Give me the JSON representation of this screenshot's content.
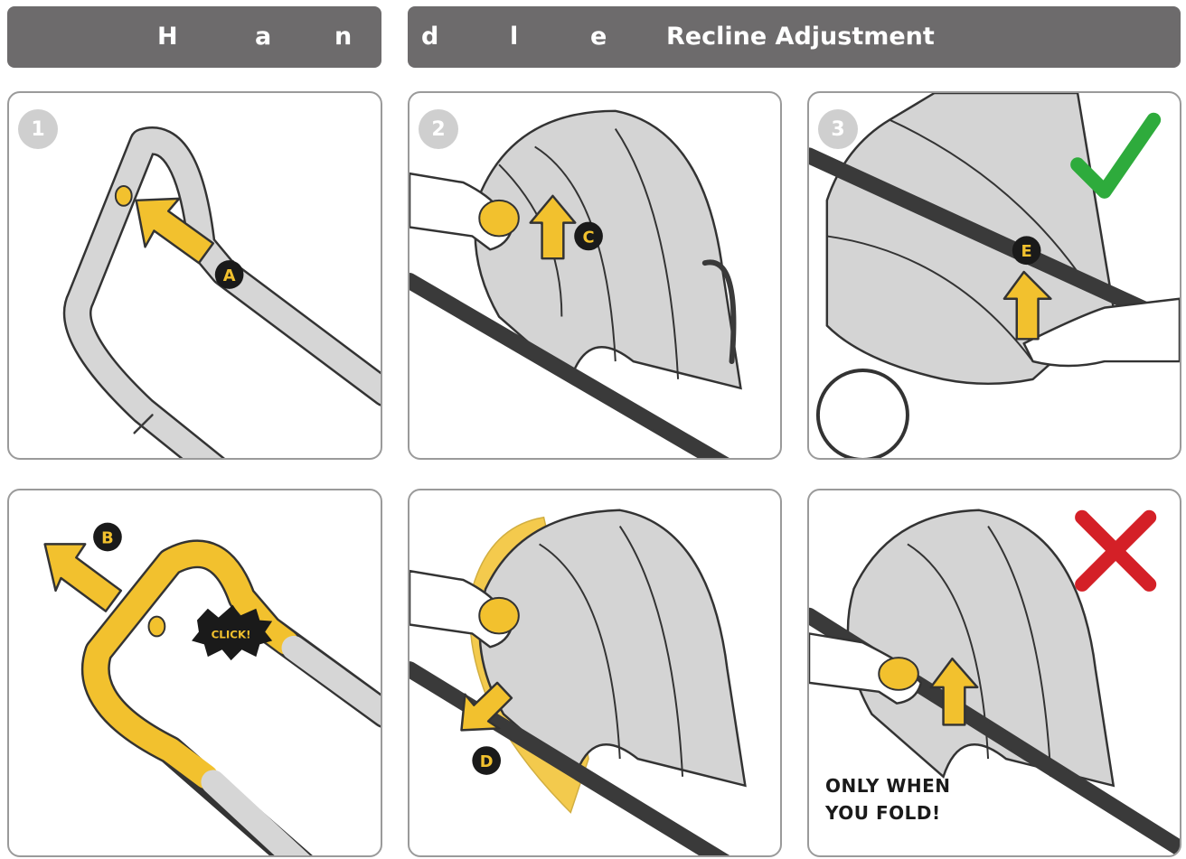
{
  "header": {
    "left_chars": [
      "H",
      "a",
      "n"
    ],
    "right_chars": [
      "d",
      "l",
      "e"
    ],
    "title": "Recline Adjustment"
  },
  "steps": [
    "1",
    "2",
    "3"
  ],
  "labels": {
    "a": "A",
    "b": "B",
    "c": "C",
    "d": "D",
    "e": "E",
    "click": "CLICK!"
  },
  "warning": {
    "line1": "ONLY WHEN",
    "line2": "YOU FOLD!"
  },
  "colors": {
    "header_bg": "#6d6b6c",
    "accent_yellow": "#f2c12e",
    "check_green": "#2eab3c",
    "cross_red": "#d42027",
    "panel_border": "#9a9a9a"
  },
  "icons": {
    "correct": "check-mark-icon",
    "incorrect": "cross-mark-icon"
  }
}
